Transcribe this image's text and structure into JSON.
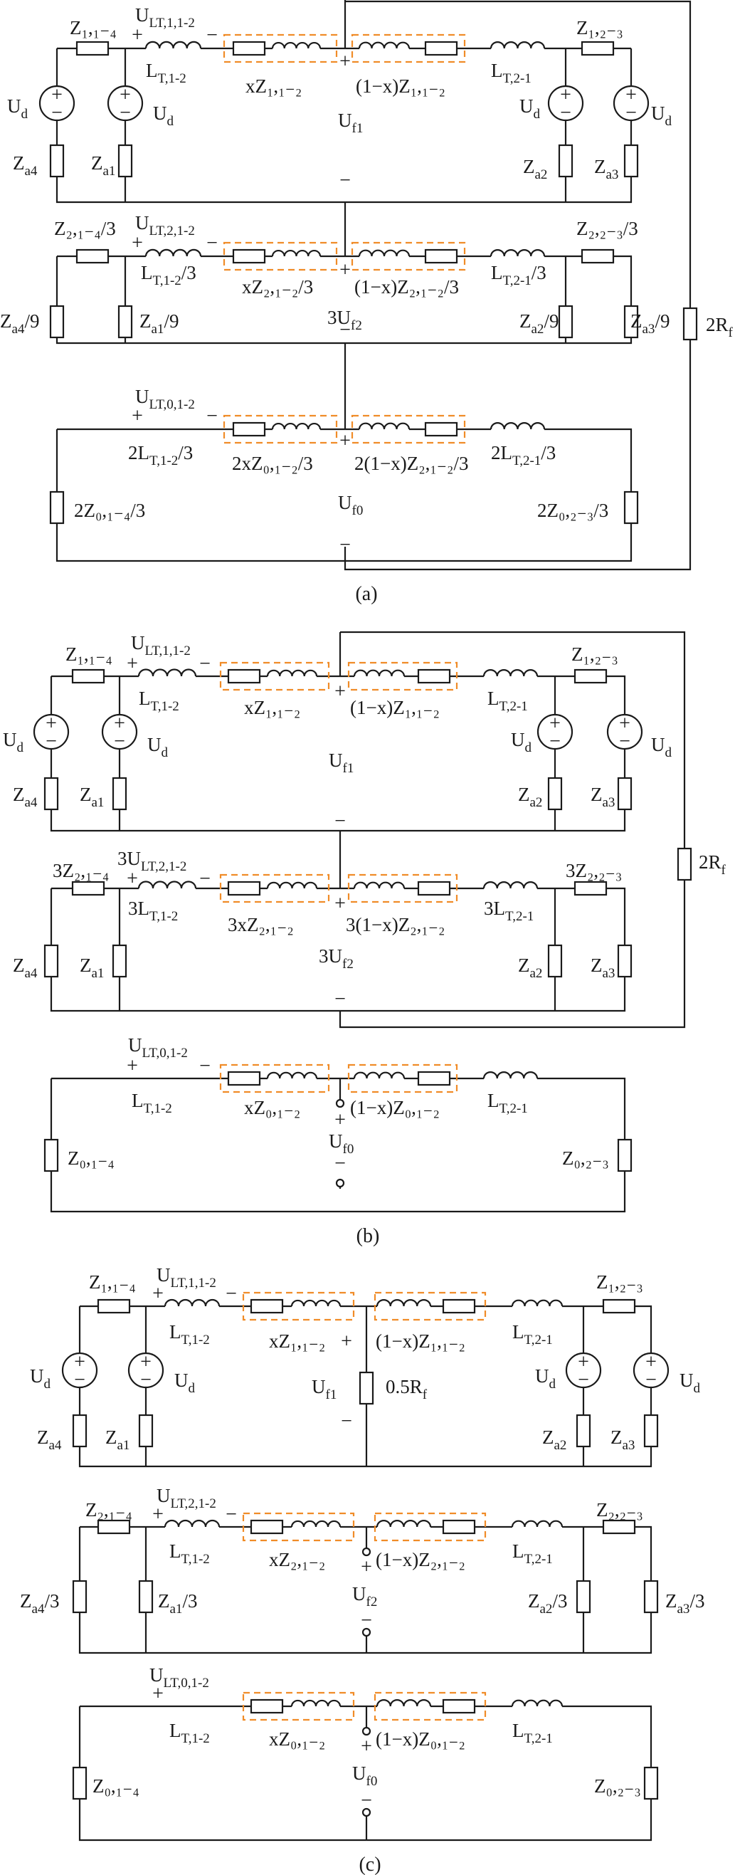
{
  "colors": {
    "wire": "#1a1a1a",
    "series_box": "#f08c28",
    "background": "#ffffff"
  },
  "icons": {
    "voltage_source": "circled-plus-minus-icon",
    "resistor": "rectangle-resistor-icon",
    "inductor": "coil-inductor-icon",
    "terminal": "open-circle-terminal-icon"
  },
  "captions": {
    "a": "(a)",
    "b": "(b)",
    "c": "(c)"
  },
  "polarity": {
    "plus": "+",
    "minus": "−"
  },
  "labels": {
    "a_z1_14": "Z₁,₁₋₄",
    "a_ult1": "U_LT,1,1-2",
    "a_lt12": "L_T,1-2",
    "a_xz1": "xZ₁,₁₋₂",
    "a_1xz1": "(1−x)Z₁,₁₋₂",
    "a_lt21": "L_T,2-1",
    "a_z1_23": "Z₁,₂₋₃",
    "a_ud1": "U_d",
    "a_ud2": "U_d",
    "a_ud3": "U_d",
    "a_ud4": "U_d",
    "a_uf1": "U_f1",
    "a_za4": "Z_a4",
    "a_za1": "Z_a1",
    "a_za2": "Z_a2",
    "a_za3": "Z_a3",
    "a_z2_14": "Z₂,₁₋₄/3",
    "a_ult2": "U_LT,2,1-2",
    "a_lt12_3": "L_T,1-2/3",
    "a_xz2": "xZ₂,₁₋₂/3",
    "a_1xz2": "(1−x)Z₂,₁₋₂/3",
    "a_lt21_3": "L_T,2-1/3",
    "a_z2_23": "Z₂,₂₋₃/3",
    "a_za4_9": "Z_a4/9",
    "a_za1_9": "Z_a1/9",
    "a_3uf2": "3U_f2",
    "a_za2_9": "Z_a2/9",
    "a_za3_9": "Z_a3/9",
    "a_2rf": "2R_f",
    "a_ult0": "U_LT,0,1-2",
    "a_2lt12": "2L_T,1-2/3",
    "a_2xz0": "2xZ₀,₁₋₂/3",
    "a_21xz2": "2(1−x)Z₂,₁₋₂/3",
    "a_2lt21": "2L_T,2-1/3",
    "a_2z0_14": "2Z₀,₁₋₄/3",
    "a_uf0": "U_f0",
    "a_2z0_23": "2Z₀,₂₋₃/3",
    "b_z1_14": "Z₁,₁₋₄",
    "b_ult1": "U_LT,1,1-2",
    "b_lt12": "L_T,1-2",
    "b_xz1": "xZ₁,₁₋₂",
    "b_1xz1": "(1−x)Z₁,₁₋₂",
    "b_lt21": "L_T,2-1",
    "b_z1_23": "Z₁,₂₋₃",
    "b_ud1": "U_d",
    "b_ud2": "U_d",
    "b_ud3": "U_d",
    "b_ud4": "U_d",
    "b_uf1": "U_f1",
    "b_za4": "Z_a4",
    "b_za1": "Z_a1",
    "b_za2": "Z_a2",
    "b_za3": "Z_a3",
    "b_2rf": "2R_f",
    "b_3z2_14": "3Z₂,₁₋₄",
    "b_3ult2": "3U_LT,2,1-2",
    "b_3lt12": "3L_T,1-2",
    "b_3xz2": "3xZ₂,₁₋₂",
    "b_31xz2": "3(1−x)Z₂,₁₋₂",
    "b_3lt21": "3L_T,2-1",
    "b_3z2_23": "3Z₂,₂₋₃",
    "b_za4b": "Z_a4",
    "b_za1b": "Z_a1",
    "b_3uf2": "3U_f2",
    "b_za2b": "Z_a2",
    "b_za3b": "Z_a3",
    "b_ult0": "U_LT,0,1-2",
    "b_lt12c": "L_T,1-2",
    "b_xz0": "xZ₀,₁₋₂",
    "b_1xz0": "(1−x)Z₀,₁₋₂",
    "b_lt21c": "L_T,2-1",
    "b_z0_14": "Z₀,₁₋₄",
    "b_uf0": "U_f0",
    "b_z0_23": "Z₀,₂₋₃",
    "c_z1_14": "Z₁,₁₋₄",
    "c_ult1": "U_LT,1,1-2",
    "c_lt12": "L_T,1-2",
    "c_xz1": "xZ₁,₁₋₂",
    "c_1xz1": "(1−x)Z₁,₁₋₂",
    "c_lt21": "L_T,2-1",
    "c_z1_23": "Z₁,₂₋₃",
    "c_ud1": "U_d",
    "c_ud2": "U_d",
    "c_ud3": "U_d",
    "c_ud4": "U_d",
    "c_uf1": "U_f1",
    "c_05rf": "0.5R_f",
    "c_za4": "Z_a4",
    "c_za1": "Z_a1",
    "c_za2": "Z_a2",
    "c_za3": "Z_a3",
    "c_z2_14": "Z₂,₁₋₄",
    "c_ult2": "U_LT,2,1-2",
    "c_lt12b": "L_T,1-2",
    "c_xz2": "xZ₂,₁₋₂",
    "c_1xz2": "(1−x)Z₂,₁₋₂",
    "c_lt21b": "L_T,2-1",
    "c_z2_23": "Z₂,₂₋₃",
    "c_za4_3": "Z_a4/3",
    "c_za1_3": "Z_a1/3",
    "c_uf2": "U_f2",
    "c_za2_3": "Z_a2/3",
    "c_za3_3": "Z_a3/3",
    "c_ult0": "U_LT,0,1-2",
    "c_lt12c": "L_T,1-2",
    "c_xz0": "xZ₀,₁₋₂",
    "c_1xz0": "(1−x)Z₀,₁₋₂",
    "c_lt21c": "L_T,2-1",
    "c_z0_14": "Z₀,₁₋₄",
    "c_uf0": "U_f0",
    "c_z0_23": "Z₀,₂₋₃"
  }
}
